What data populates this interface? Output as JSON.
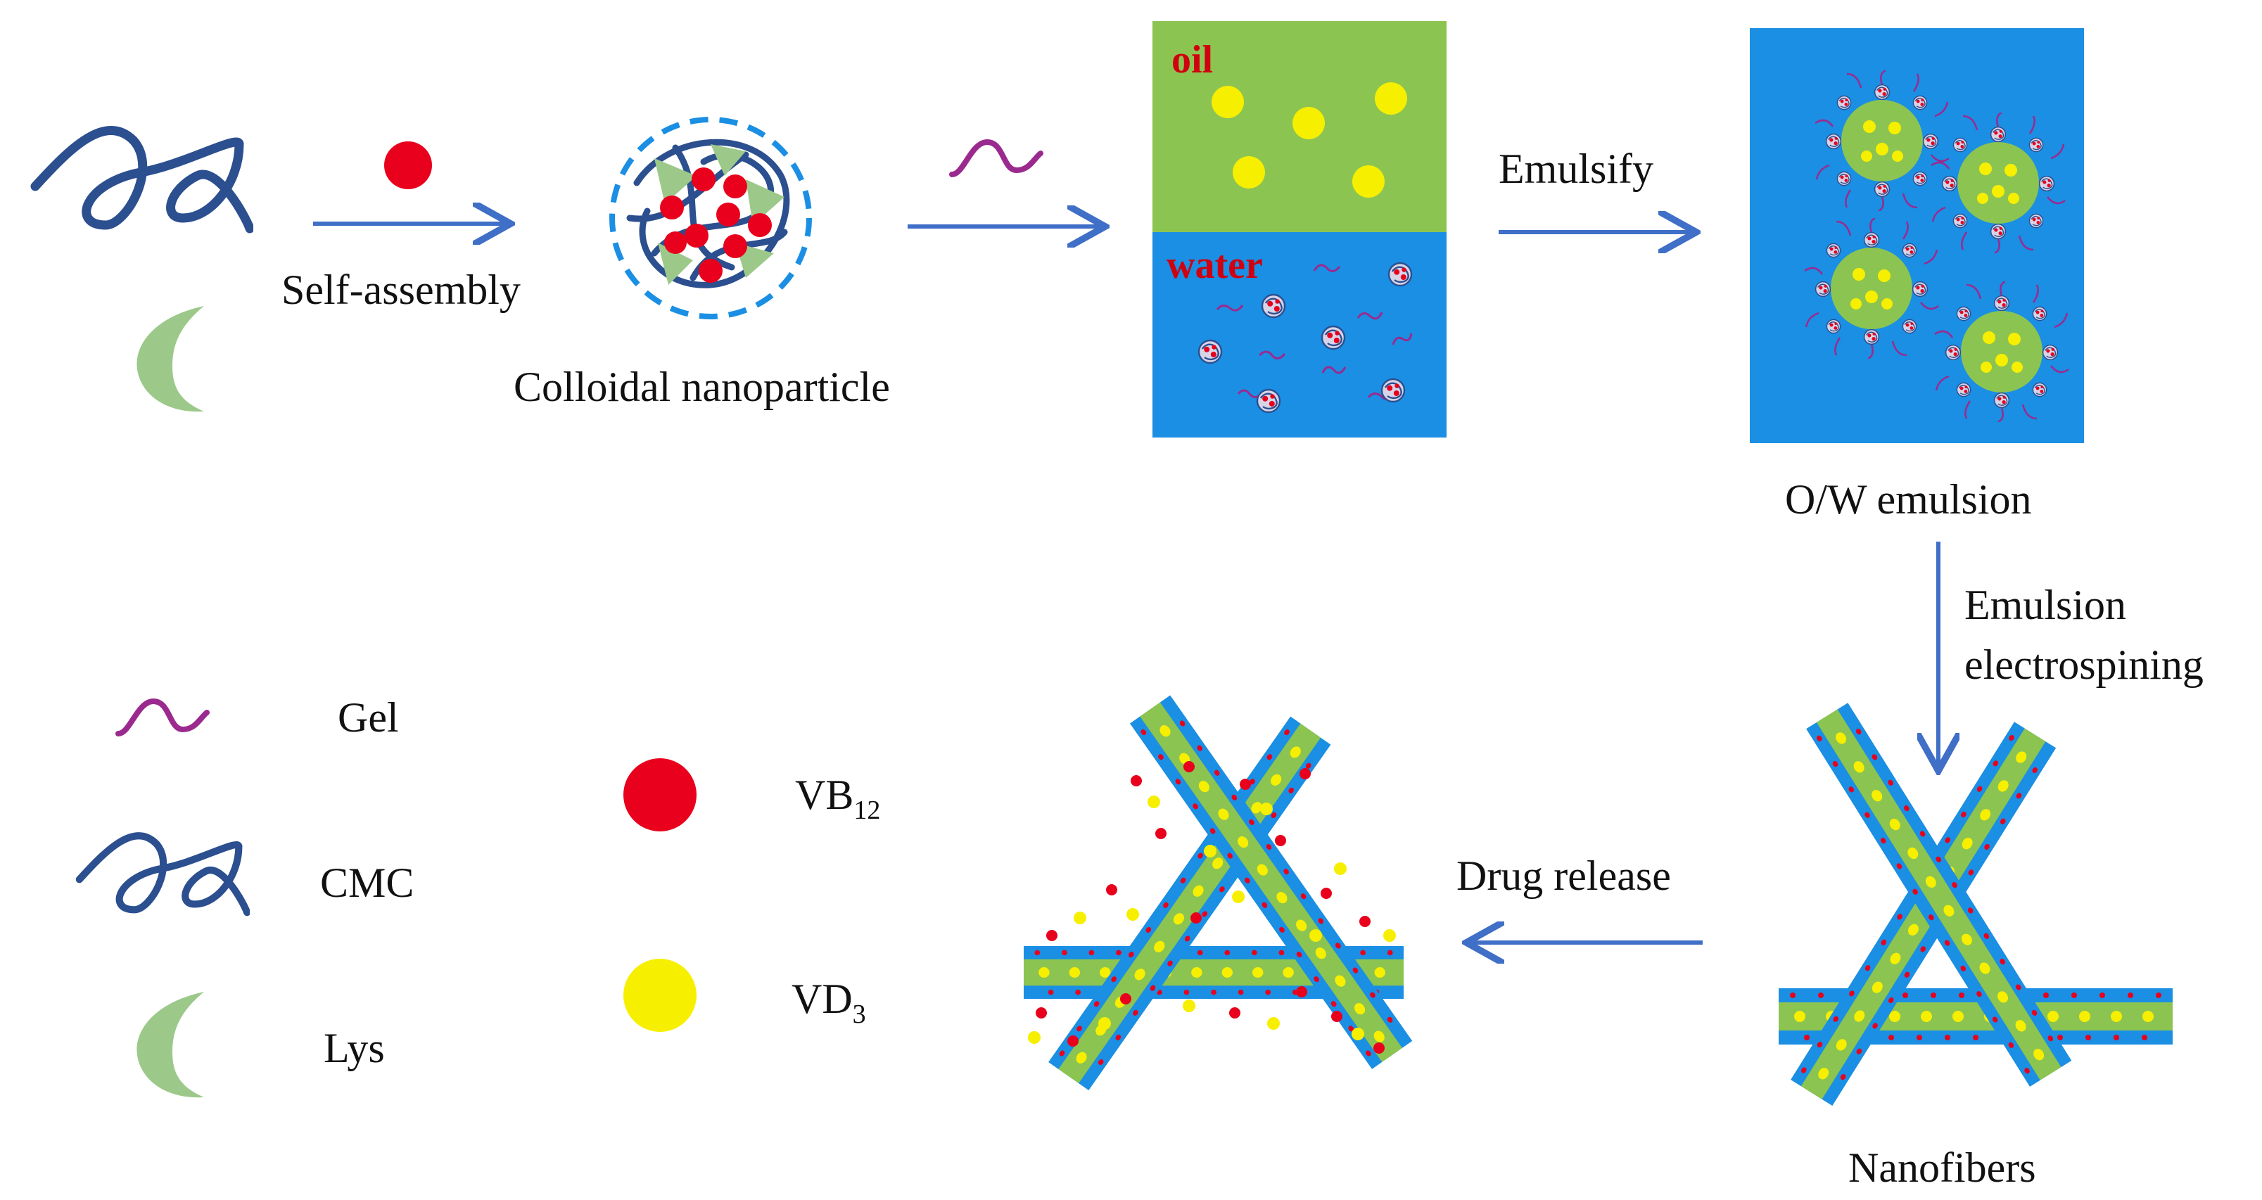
{
  "labels": {
    "self_assembly": "Self-assembly",
    "colloidal_nanoparticle": "Colloidal nanoparticle",
    "oil": "oil",
    "water": "water",
    "emulsify": "Emulsify",
    "ow_emulsion": "O/W emulsion",
    "emulsion_line1": "Emulsion",
    "emulsion_line2": "electrospining",
    "drug_release": "Drug release",
    "nanofibers": "Nanofibers"
  },
  "legend": {
    "gel": "Gel",
    "cmc": "CMC",
    "lys": "Lys",
    "vb": "VB",
    "vb_sub": "12",
    "vd": "VD",
    "vd_sub": "3"
  },
  "colors": {
    "cmc": "#2b4f8f",
    "lys": "#9cc98a",
    "gel": "#9b2a8f",
    "vb12": "#e8001c",
    "vd3": "#f7ef00",
    "oil": "#8cc451",
    "water": "#1a8fe3",
    "arrow": "#3f6fc7",
    "fiber_core": "#8cc451",
    "fiber_shell": "#1a8fe3",
    "label_red": "#d0000f"
  }
}
